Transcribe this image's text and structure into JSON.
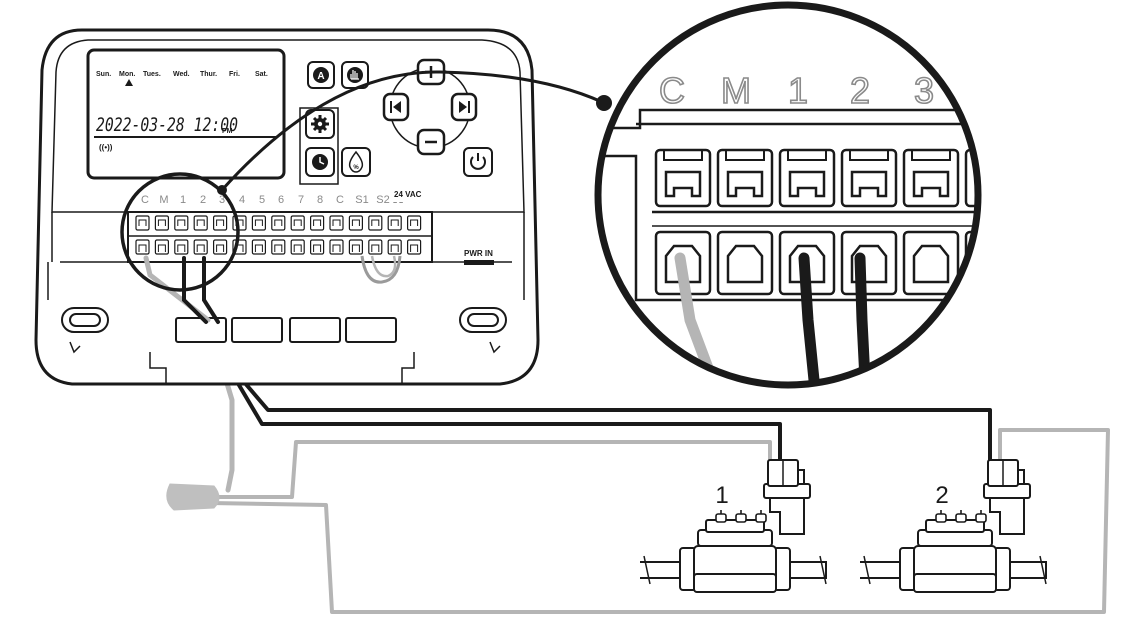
{
  "controller": {
    "days": [
      "Sun.",
      "Mon.",
      "Tues.",
      "Wed.",
      "Thur.",
      "Fri.",
      "Sat."
    ],
    "date_time": "2022-03-28  12:00",
    "am_pm": "PM",
    "wireless_symbol": "((•))",
    "terminal_labels": [
      "C",
      "M",
      "1",
      "2",
      "3",
      "4",
      "5",
      "6",
      "7",
      "8",
      "C",
      "S1",
      "S2"
    ],
    "vac_label": "24 VAC",
    "pwr_label": "PWR IN",
    "buttons": {
      "auto": "A",
      "manual": "hand-icon",
      "settings": "gear-icon",
      "clock": "clock-icon",
      "water_budget": "percent-drop-icon",
      "power": "power-icon",
      "plus": "+",
      "minus": "−",
      "prev": "prev-icon",
      "next": "next-icon"
    }
  },
  "zoom": {
    "labels": [
      "C",
      "M",
      "1",
      "2",
      "3"
    ]
  },
  "valves": [
    {
      "label": "1"
    },
    {
      "label": "2"
    }
  ],
  "colors": {
    "line": "#1a1a1a",
    "common_wire": "#b5b5b5",
    "zone_wire": "#1a1a1a"
  }
}
